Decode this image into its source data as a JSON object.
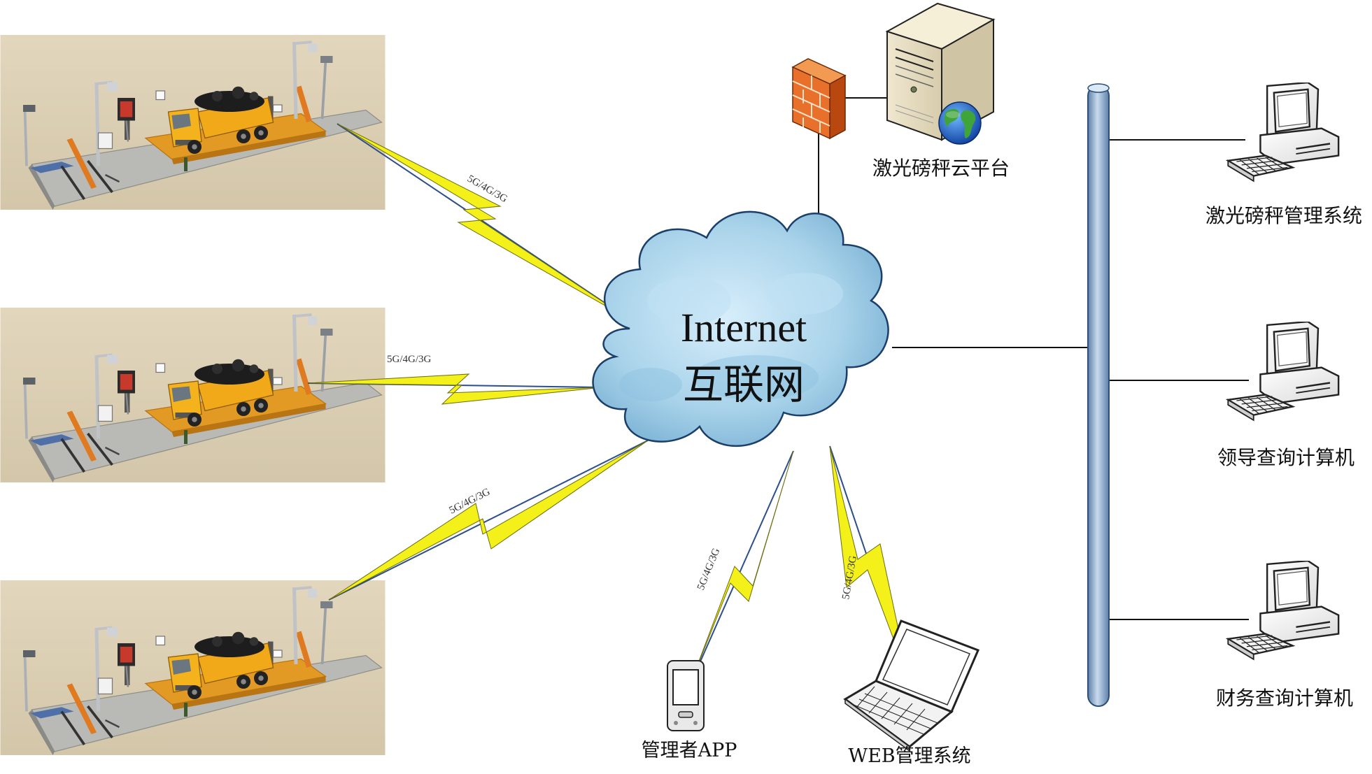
{
  "nodes": {
    "cloud": {
      "label_en": "Internet",
      "label_cn": "互联网"
    },
    "cloud_platform": {
      "label": "激光磅秤云平台"
    },
    "admin_app": {
      "label": "管理者APP"
    },
    "web_system": {
      "label": "WEB管理系统"
    },
    "mgmt_pc": {
      "label": "激光磅秤管理系统"
    },
    "leader_pc": {
      "label": "领导查询计算机"
    },
    "finance_pc": {
      "label": "财务查询计算机"
    }
  },
  "links": {
    "site1": "5G/4G/3G",
    "site2": "5G/4G/3G",
    "site3": "5G/4G/3G",
    "app": "5G/4G/3G",
    "web": "5G/4G/3G"
  },
  "colors": {
    "bolt_fill": "#f3f01a",
    "link_line": "#2b4f8a",
    "cloud_fill": "#a9d3ea",
    "bus_fill": "#8fb0cf",
    "firewall": "#e8702a"
  },
  "icons": [
    "firewall-icon",
    "server-icon",
    "globe-icon",
    "computer-icon",
    "pda-icon",
    "laptop-icon",
    "truck-scale-scene"
  ]
}
